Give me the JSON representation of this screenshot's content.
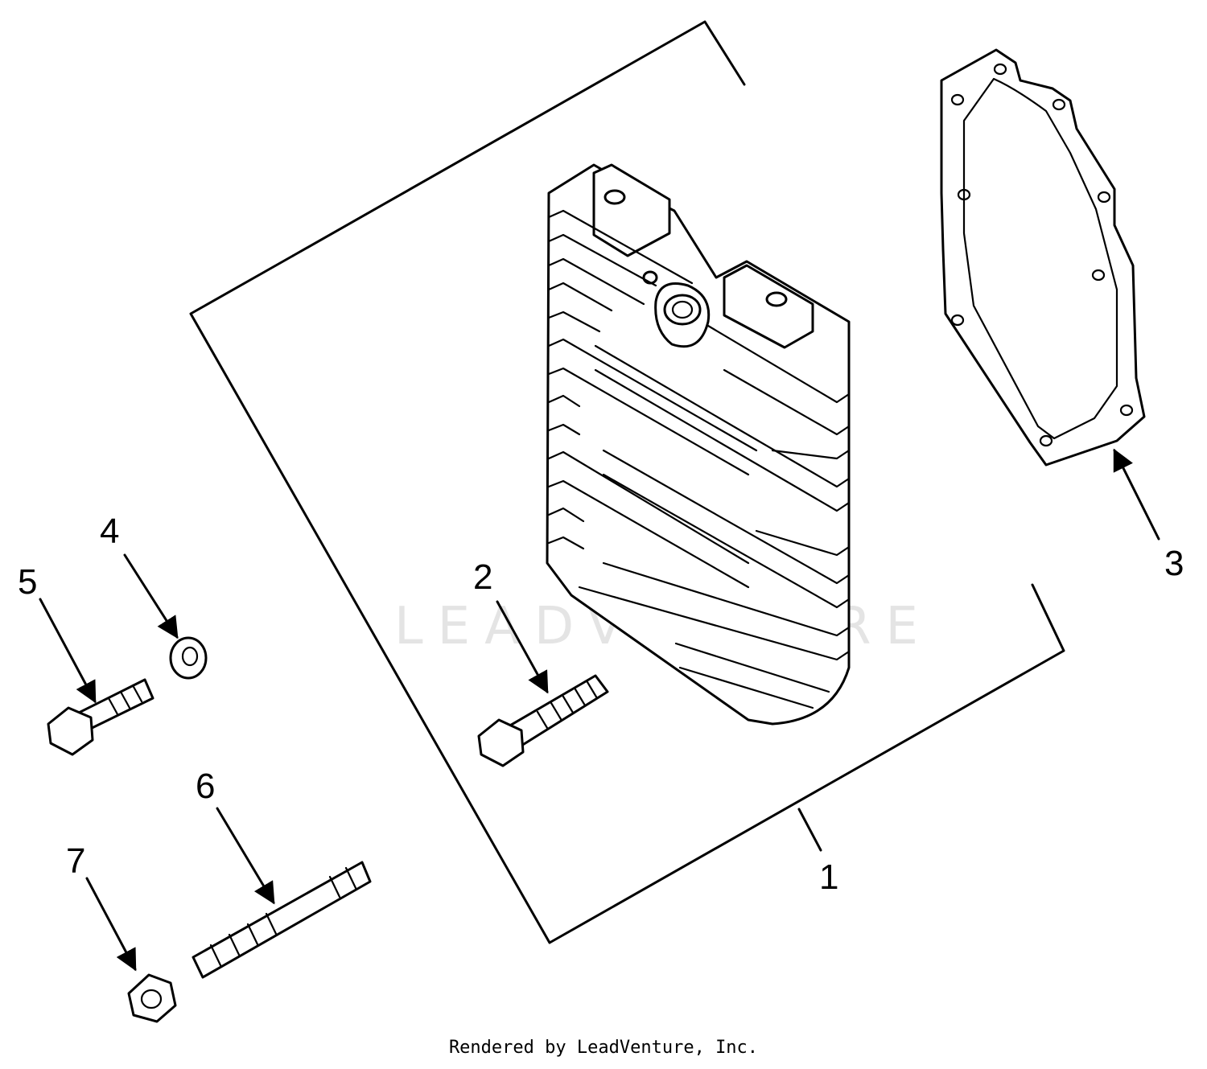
{
  "diagram": {
    "callouts": [
      {
        "id": "1",
        "label": "1"
      },
      {
        "id": "2",
        "label": "2"
      },
      {
        "id": "3",
        "label": "3"
      },
      {
        "id": "4",
        "label": "4"
      },
      {
        "id": "5",
        "label": "5"
      },
      {
        "id": "6",
        "label": "6"
      },
      {
        "id": "7",
        "label": "7"
      }
    ],
    "watermark": "LEADVENTURE"
  },
  "footer": {
    "credit": "Rendered by LeadVenture, Inc."
  },
  "colors": {
    "line": "#000000",
    "background": "#ffffff",
    "watermark": "#e4e4e4"
  }
}
